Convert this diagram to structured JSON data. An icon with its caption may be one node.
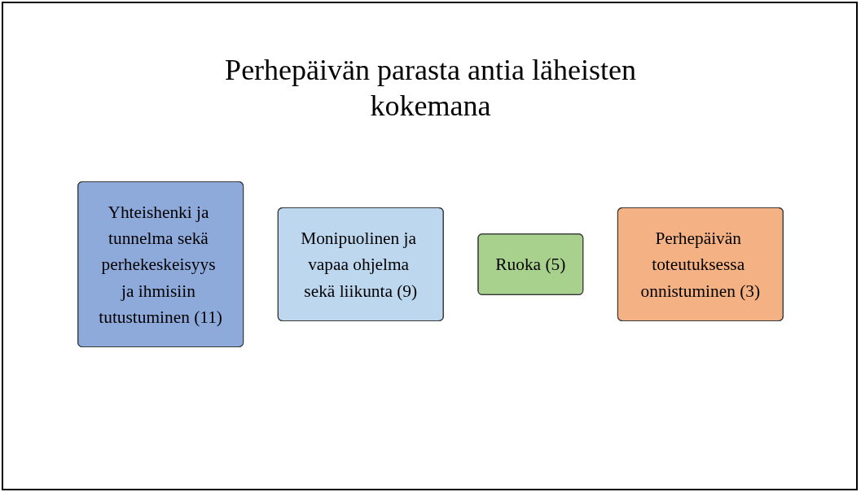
{
  "diagram": {
    "title": "Perhepäivän parasta antia läheisten kokemana",
    "nodes": [
      {
        "text": [
          "Yhteishenki ja tunnelma sekä perhekeskeisyys ja ihmisiin tutustuminen (11)"
        ]
      },
      {
        "text": [
          "Monipuolinen ja vapaa ohjelma sekä liikunta (9)"
        ]
      },
      {
        "text": [
          "Ruoka (5)"
        ]
      },
      {
        "text": [
          "Perhepäivän toteutuksessa onnistuminen (3)"
        ]
      }
    ]
  }
}
